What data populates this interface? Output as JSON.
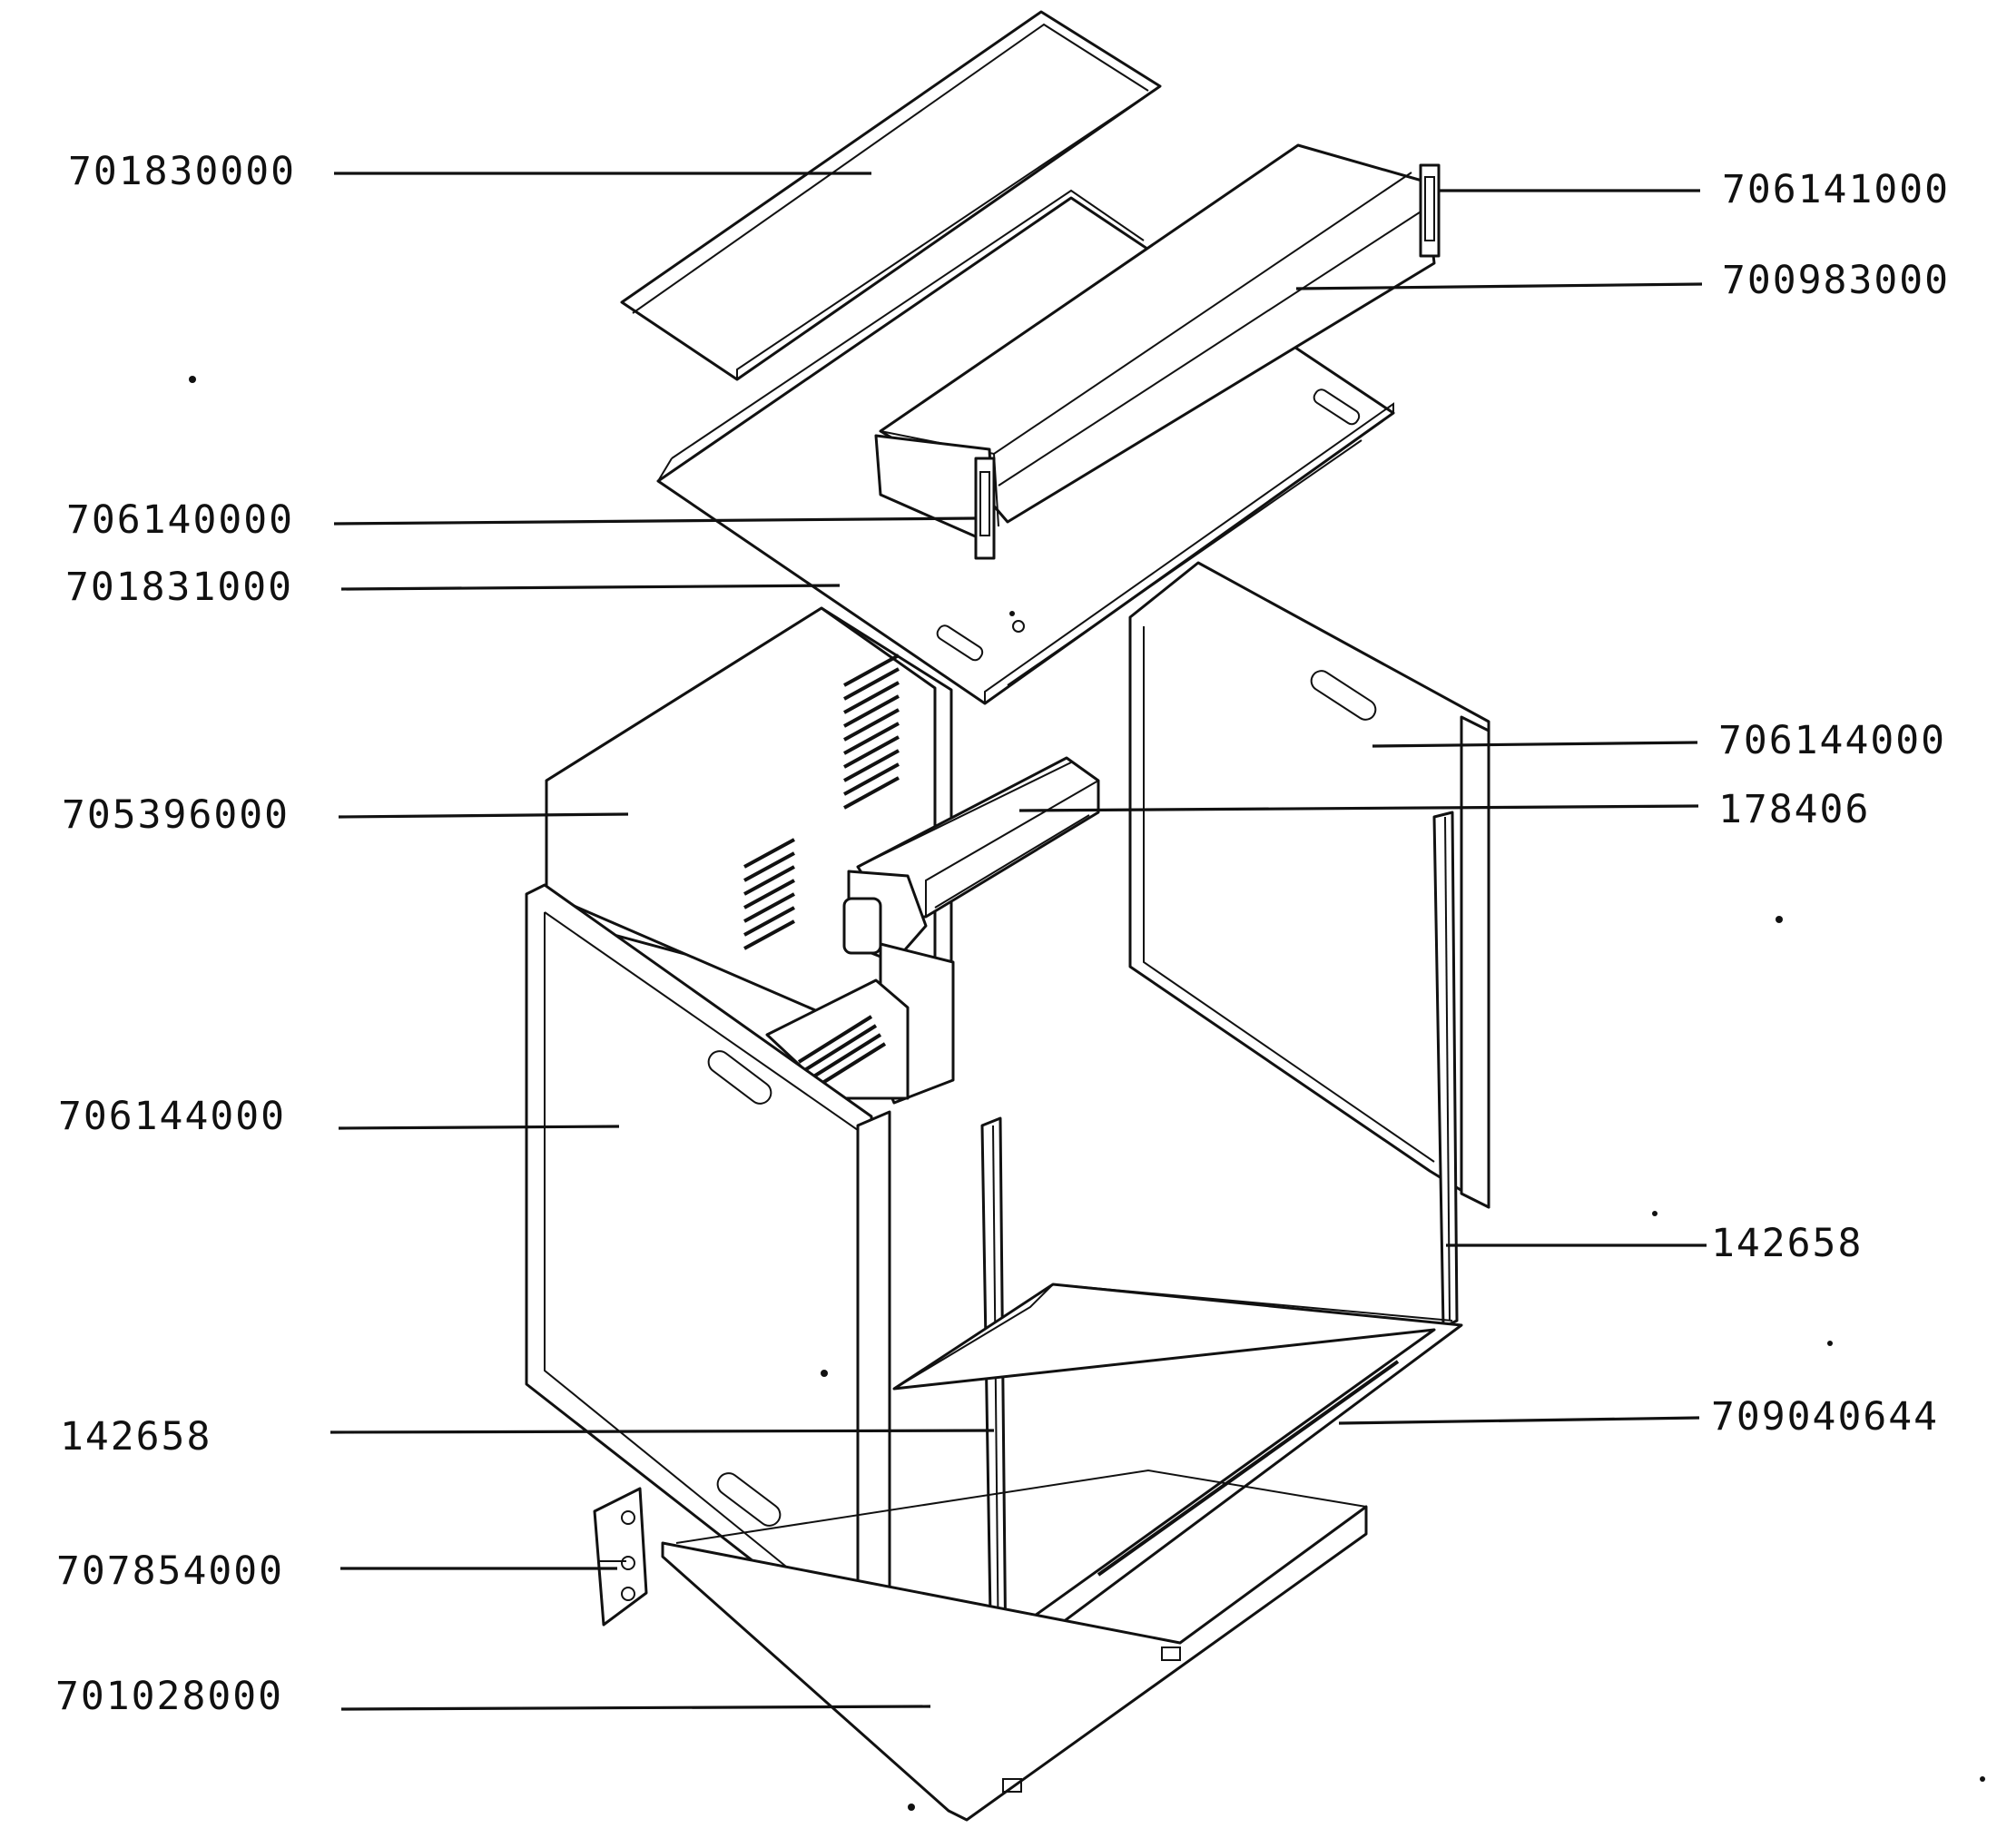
{
  "diagram": {
    "callouts": [
      {
        "id": "top-cover",
        "label": "701830000"
      },
      {
        "id": "top-panel",
        "label": "701831000"
      },
      {
        "id": "front-trim-bracket",
        "label": "706140000"
      },
      {
        "id": "rear-trim-bracket",
        "label": "706141000"
      },
      {
        "id": "duct-channel",
        "label": "700983000"
      },
      {
        "id": "rear-panel",
        "label": "705396000"
      },
      {
        "id": "side-panel-right",
        "label": "706144000"
      },
      {
        "id": "side-panel-left",
        "label": "706144000"
      },
      {
        "id": "fan-motor",
        "label": "178406"
      },
      {
        "id": "seal-strip-right",
        "label": "142658"
      },
      {
        "id": "seal-strip-left",
        "label": "142658"
      },
      {
        "id": "base-frame",
        "label": "709040644"
      },
      {
        "id": "hinge-plate",
        "label": "707854000"
      },
      {
        "id": "bottom-panel",
        "label": "701028000"
      }
    ]
  }
}
